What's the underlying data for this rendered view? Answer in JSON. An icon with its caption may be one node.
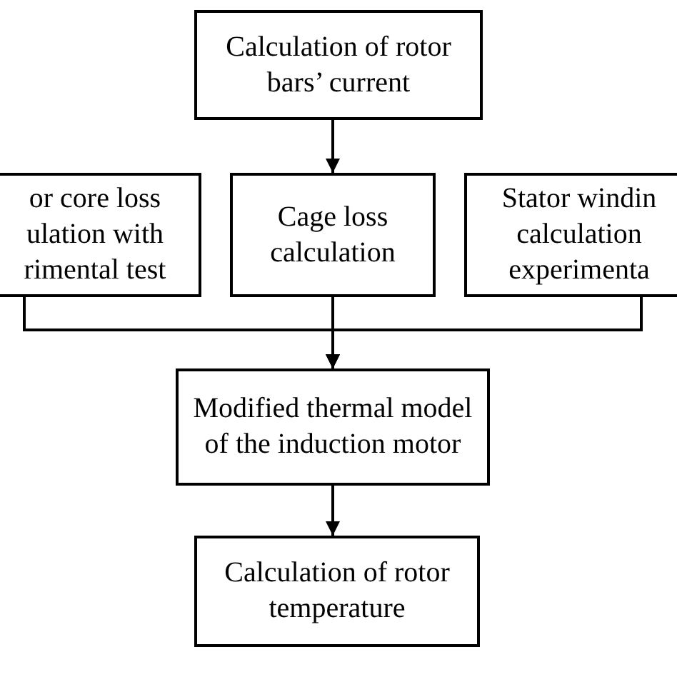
{
  "diagram": {
    "nodes": [
      {
        "text": [
          "Calculation of rotor bars’ current"
        ]
      },
      {
        "text": [
          "or core loss ulation with rimental test"
        ]
      },
      {
        "text": [
          "Cage loss calculation"
        ]
      },
      {
        "text": [
          "Stator windin calculation experimenta"
        ]
      },
      {
        "text": [
          "Modified thermal model of the induction motor"
        ]
      },
      {
        "text": [
          "Calculation of rotor temperature"
        ]
      }
    ],
    "edges": [
      {
        "from": 0,
        "to": 2,
        "arrow": "to"
      },
      {
        "from": 1,
        "to": 4,
        "arrow": "to"
      },
      {
        "from": 2,
        "to": 4,
        "arrow": "to"
      },
      {
        "from": 3,
        "to": 4,
        "arrow": "to"
      },
      {
        "from": 4,
        "to": 5,
        "arrow": "to"
      }
    ]
  }
}
